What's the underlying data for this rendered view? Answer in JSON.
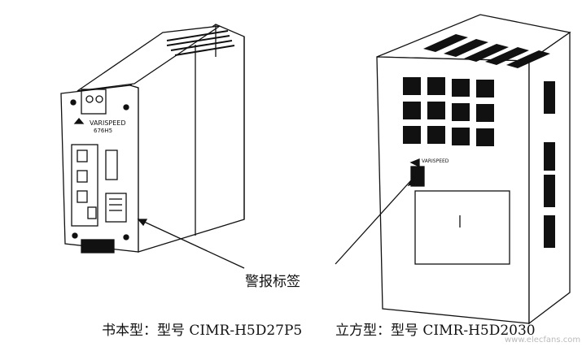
{
  "left_device": {
    "brand_label": "VARISPEED",
    "model_label": "676H5",
    "caption": "书本型：型号 CIMR-H5D27P5"
  },
  "right_device": {
    "brand_label": "VARISPEED",
    "caption": "立方型：型号 CIMR-H5D2030"
  },
  "callout_label": "警报标签",
  "watermark": "www.elecfans.com"
}
